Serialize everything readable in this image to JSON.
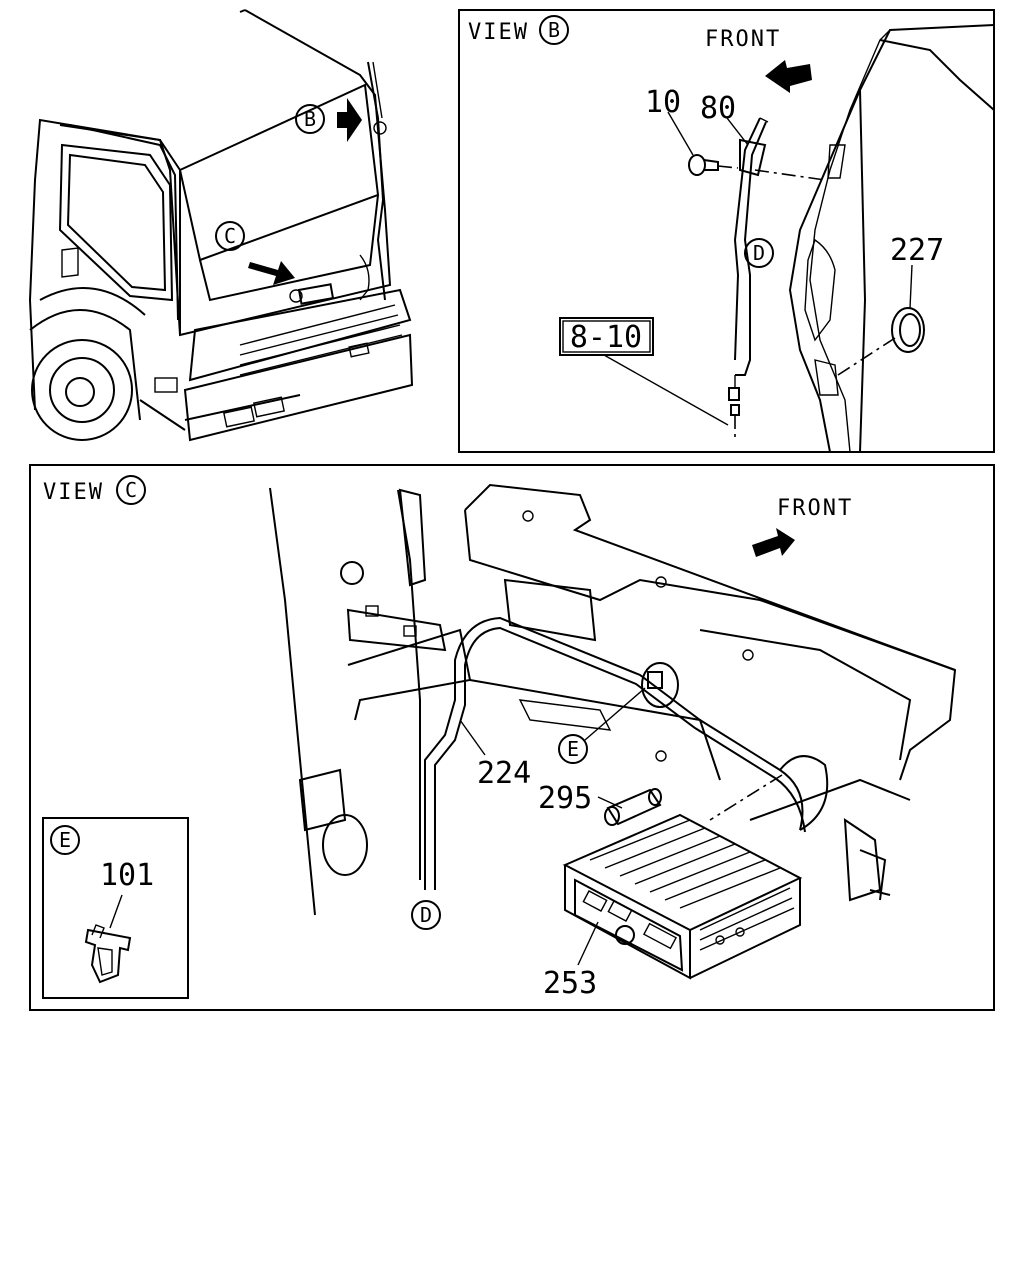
{
  "views": {
    "overview": {
      "callout_b": "B",
      "callout_c": "C"
    },
    "view_b": {
      "title_prefix": "VIEW",
      "title_letter": "B",
      "front_label": "FRONT",
      "parts": {
        "p10": "10",
        "p80": "80",
        "p227": "227",
        "ref": "8-10",
        "callout_d": "D"
      }
    },
    "view_c": {
      "title_prefix": "VIEW",
      "title_letter": "C",
      "front_label": "FRONT",
      "parts": {
        "p224": "224",
        "p295": "295",
        "p253": "253",
        "callout_e": "E",
        "callout_d": "D"
      }
    },
    "detail_e": {
      "title_letter": "E",
      "part": "101"
    }
  },
  "colors": {
    "line": "#000000",
    "background": "#ffffff"
  }
}
